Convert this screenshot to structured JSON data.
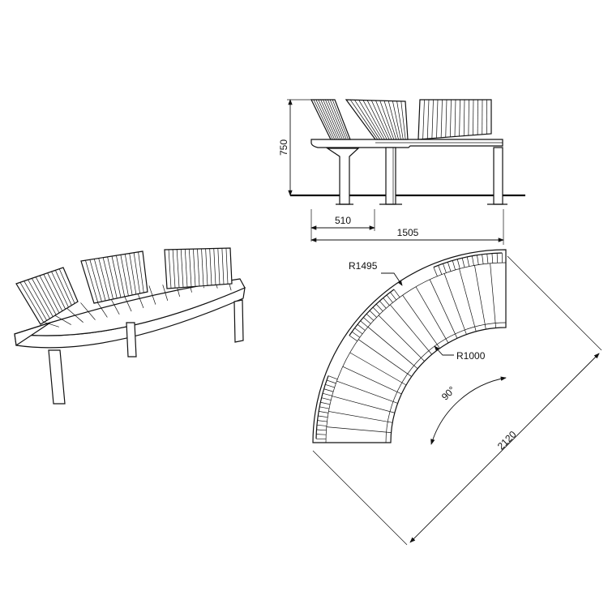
{
  "dimensions": {
    "height": "750",
    "depth": "510",
    "length": "1505",
    "outer_radius": "R1495",
    "inner_radius": "R1000",
    "angle": "90°",
    "diagonal": "2120"
  },
  "views": [
    "perspective",
    "side-elevation",
    "plan"
  ],
  "colors": {
    "ink": "#111111",
    "background": "#ffffff"
  }
}
